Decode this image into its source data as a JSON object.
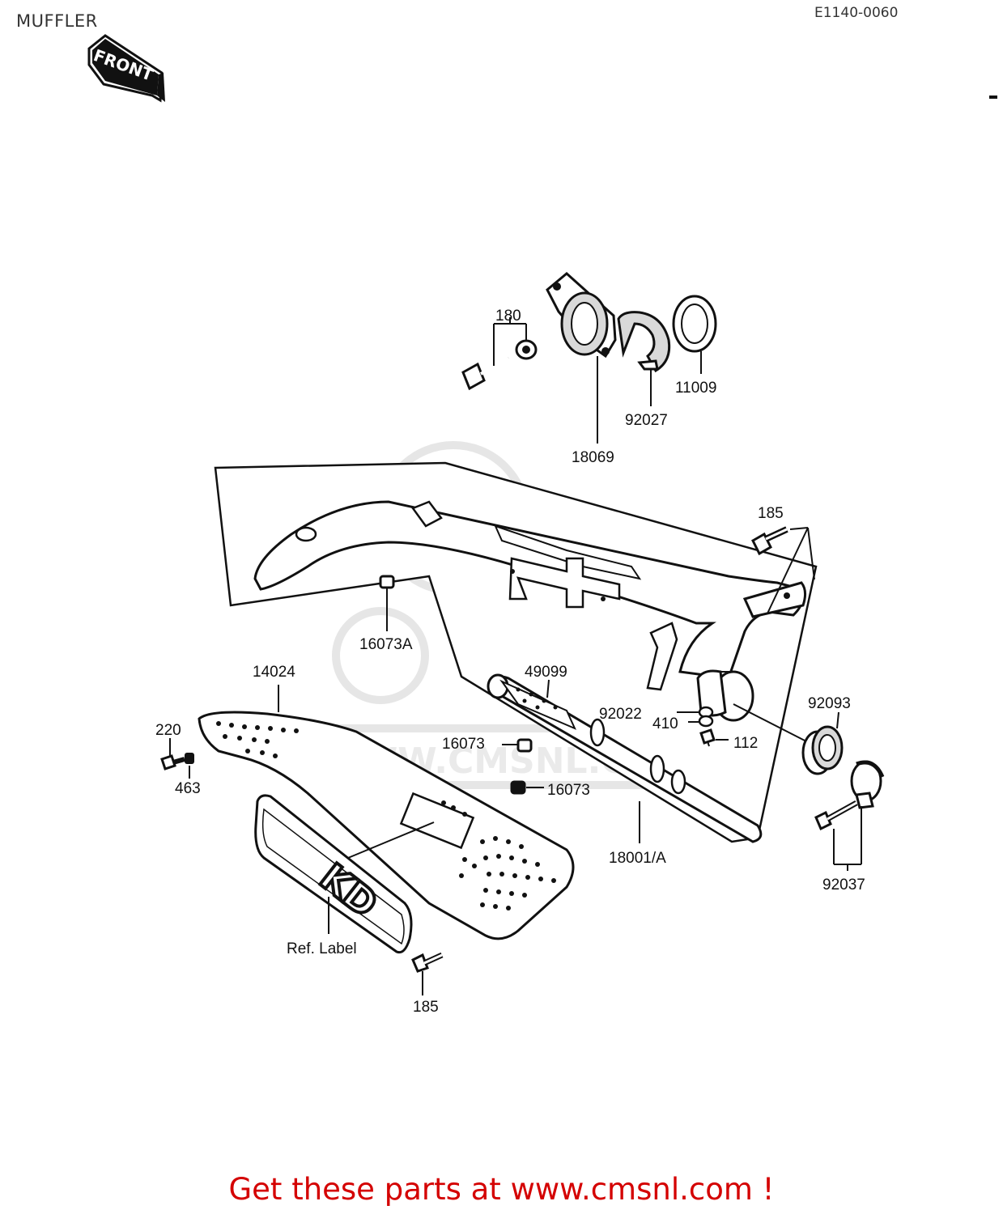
{
  "header": {
    "title": "MUFFLER",
    "ref_code": "E1140-0060",
    "front_arrow_text": "FRONT"
  },
  "diagram": {
    "watermark_text": "WWW.CMSNL.COM",
    "labels": {
      "p180": "180",
      "p18069": "18069",
      "p92027": "92027",
      "p11009": "11009",
      "p185_top": "185",
      "p16073A": "16073A",
      "p14024": "14024",
      "p49099": "49099",
      "p92022": "92022",
      "p410": "410",
      "p112": "112",
      "p92093": "92093",
      "p220": "220",
      "p463": "463",
      "p16073_a": "16073",
      "p16073_b": "16073",
      "p18001A": "18001/A",
      "p92037": "92037",
      "ref_label": "Ref. Label",
      "p185_bottom": "185",
      "badge_text": "KD"
    }
  },
  "footer": {
    "text": "Get these parts at www.cmsnl.com !",
    "color": "#d40000"
  }
}
